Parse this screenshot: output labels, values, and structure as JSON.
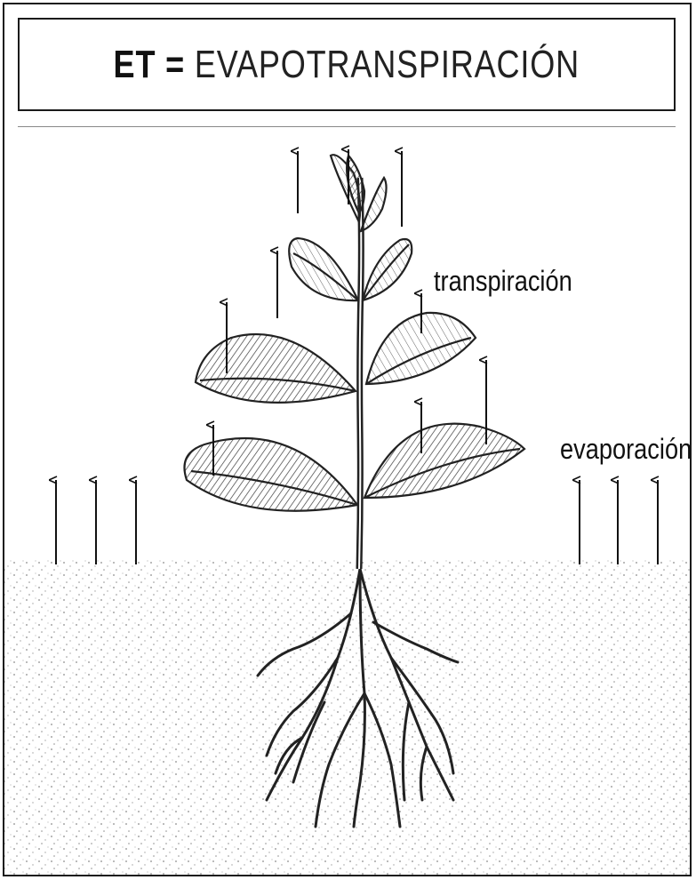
{
  "title": {
    "prefix": "ET =",
    "main": "EVAPOTRANSPIRACIÓN"
  },
  "labels": {
    "transpiration": "transpiración",
    "evaporation": "evaporación"
  },
  "colors": {
    "ink": "#111111",
    "soil_dots": "#9a9a9a",
    "leaf_shade": "#5a5a5a"
  },
  "icons": [
    "up-arrow-icon",
    "plant-illustration",
    "soil-texture"
  ]
}
